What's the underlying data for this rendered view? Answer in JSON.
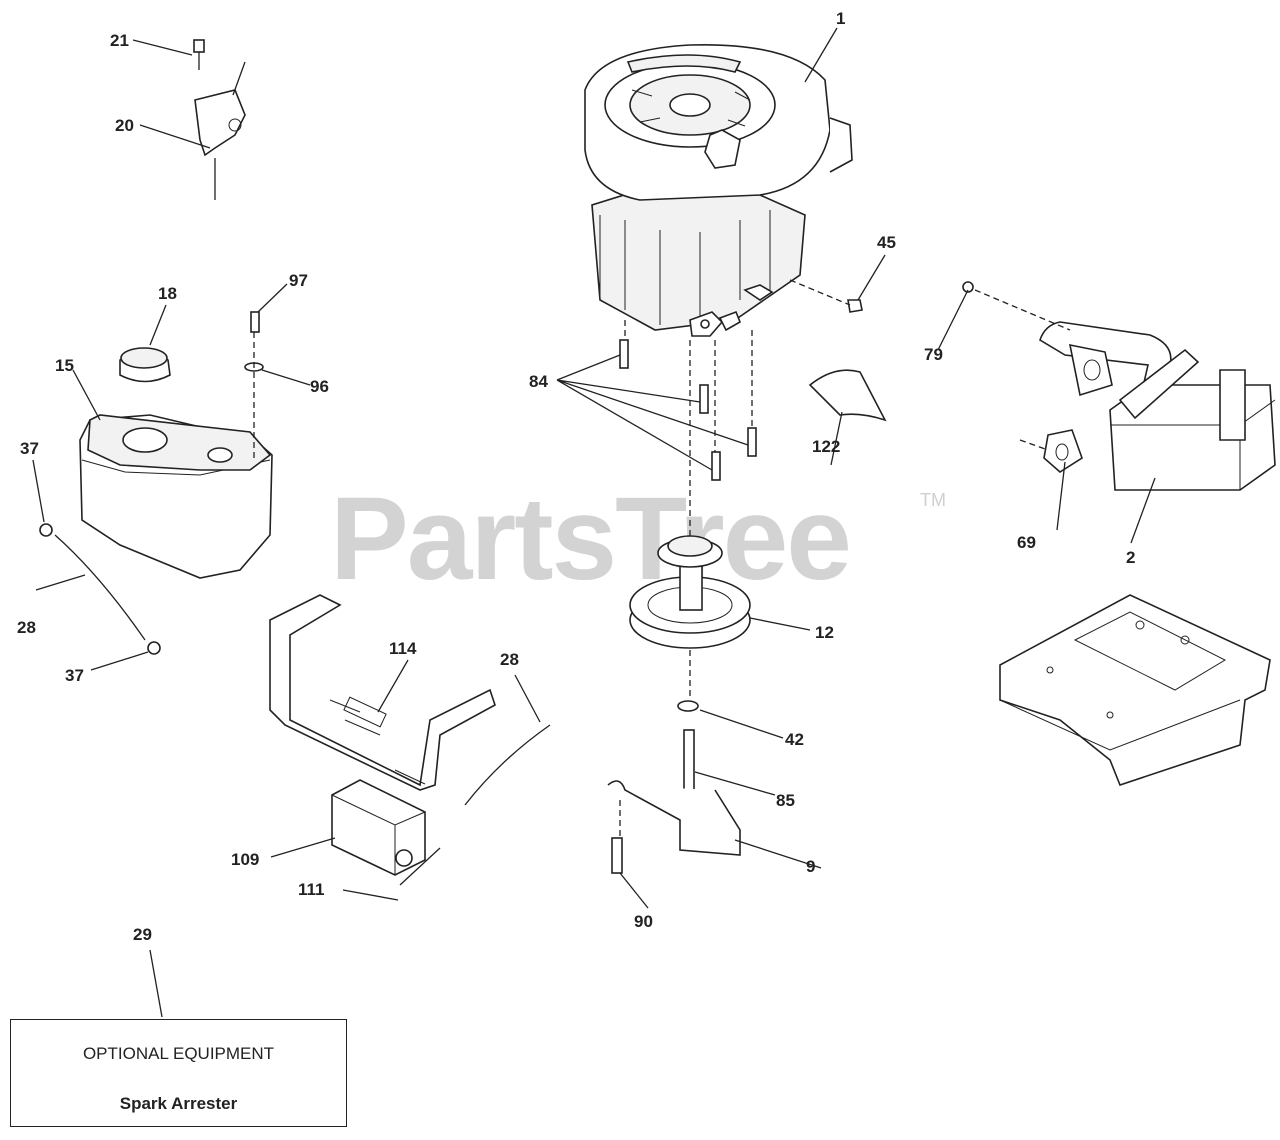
{
  "watermark": {
    "brand": "PartsTree",
    "trademark": "TM"
  },
  "optional_box": {
    "title": "OPTIONAL EQUIPMENT",
    "item": "Spark Arrester"
  },
  "callouts": {
    "c1": "1",
    "c2": "2",
    "c9": "9",
    "c12": "12",
    "c15": "15",
    "c18": "18",
    "c20": "20",
    "c21": "21",
    "c28a": "28",
    "c28b": "28",
    "c29": "29",
    "c37a": "37",
    "c37b": "37",
    "c42": "42",
    "c45": "45",
    "c69": "69",
    "c79": "79",
    "c84": "84",
    "c85": "85",
    "c90": "90",
    "c96": "96",
    "c97": "97",
    "c109": "109",
    "c111": "111",
    "c114": "114",
    "c122": "122"
  }
}
